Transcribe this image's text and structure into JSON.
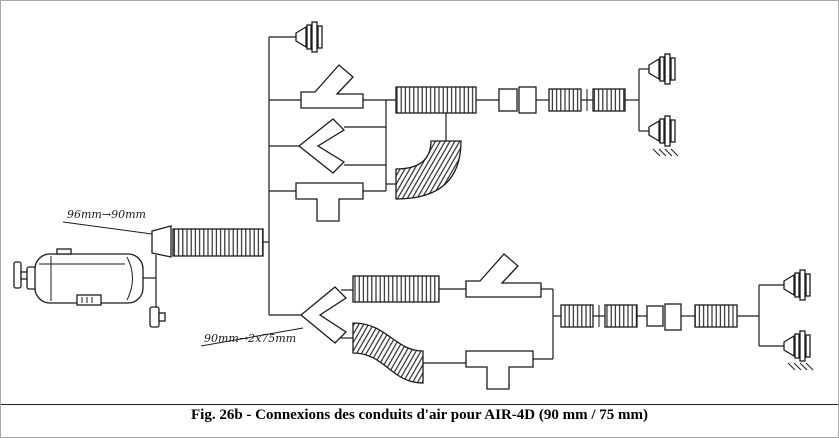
{
  "figure": {
    "caption": "Fig. 26b - Connexions des conduits d'air pour AIR-4D (90 mm / 75 mm)"
  },
  "labels": {
    "reducer": "96mm→90mm",
    "splitter": "90mm→2x75mm"
  },
  "colors": {
    "line": "#1b1b1b",
    "background": "#ffffff"
  },
  "components": [
    "heater-unit",
    "mounting-bracket",
    "reducer-96-90",
    "flexible-duct",
    "y-branch",
    "air-splitter-2x75",
    "t-piece",
    "elbow-bend",
    "duct-coupler",
    "outlet-vent",
    "louvered-outlet"
  ]
}
